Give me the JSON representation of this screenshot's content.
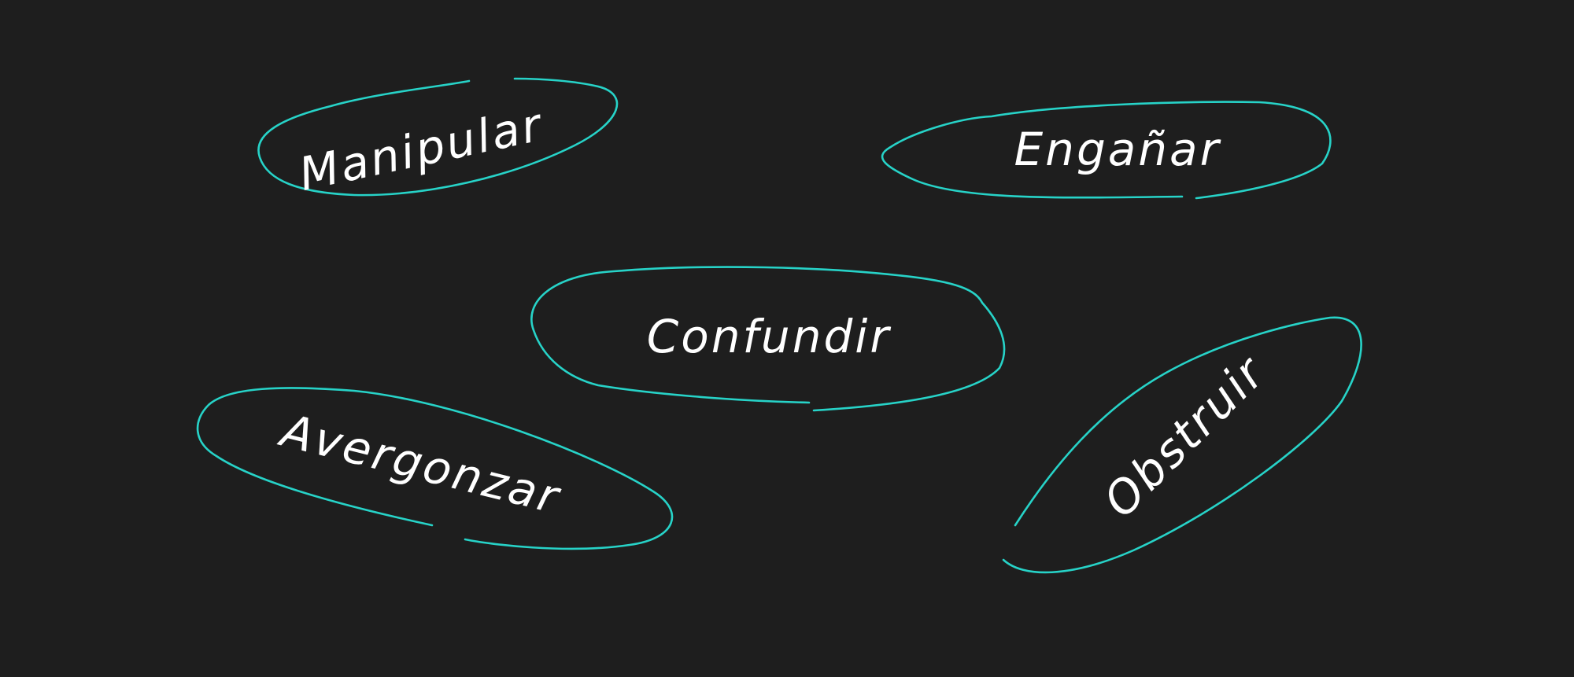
{
  "colors": {
    "background": "#1e1e1e",
    "outline": "#27d3c8",
    "text": "#ffffff"
  },
  "words": [
    {
      "id": "manipular",
      "label": "Manipular"
    },
    {
      "id": "enganar",
      "label": "Engañar"
    },
    {
      "id": "confundir",
      "label": "Confundir"
    },
    {
      "id": "avergonzar",
      "label": "Avergonzar"
    },
    {
      "id": "obstruir",
      "label": "Obstruir"
    }
  ]
}
